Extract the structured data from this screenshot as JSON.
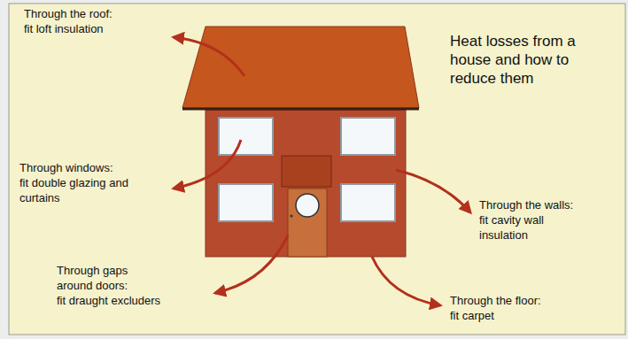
{
  "diagram": {
    "title": "Heat losses from a house and how to reduce them",
    "labels": [
      "Through the roof:",
      "fit loft insulation",
      "Through windows:",
      "fit double glazing and curtains",
      "Through the walls:",
      "fit cavity wall insulation",
      "Through gaps around doors:",
      "fit draught excluders",
      "Through the floor:",
      "fit carpet"
    ]
  }
}
